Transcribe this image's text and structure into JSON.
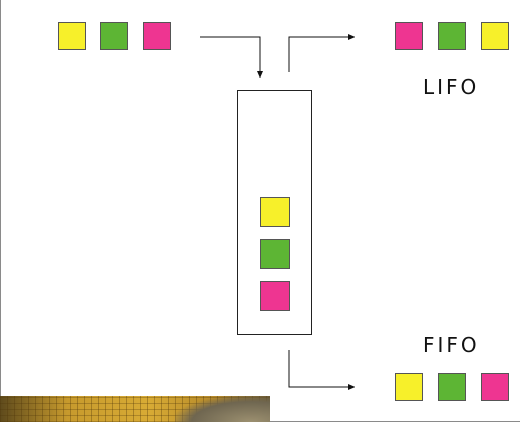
{
  "colors": {
    "yellow": "#f7f02a",
    "green": "#5db534",
    "pink": "#ee3591"
  },
  "input_queue": [
    "yellow",
    "green",
    "pink"
  ],
  "stack_contents": [
    "yellow",
    "green",
    "pink"
  ],
  "lifo": {
    "label": "LIFO",
    "output": [
      "pink",
      "green",
      "yellow"
    ]
  },
  "fifo": {
    "label": "FIFO",
    "output": [
      "yellow",
      "green",
      "pink"
    ]
  }
}
